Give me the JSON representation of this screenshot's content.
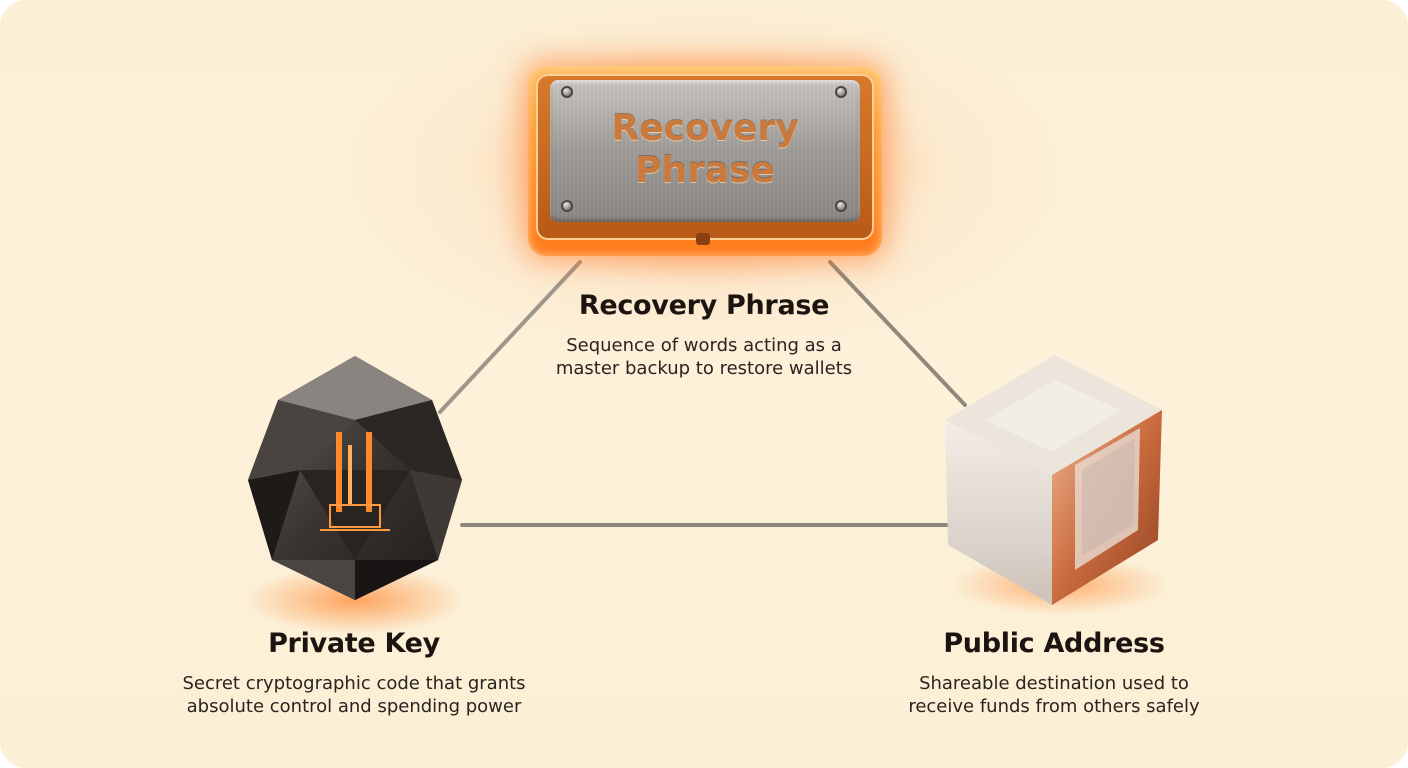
{
  "nodes": {
    "recovery": {
      "plaque_label": "Recovery Phrase",
      "title": "Recovery Phrase",
      "description_line1": "Sequence of words acting as a",
      "description_line2": "master backup to restore wallets"
    },
    "private_key": {
      "title": "Private Key",
      "description_line1": "Secret cryptographic code that grants",
      "description_line2": "absolute control and spending power"
    },
    "public_address": {
      "title": "Public Address",
      "description_line1": "Shareable destination used to",
      "description_line2": "receive funds from others safely"
    }
  },
  "icons": {
    "recovery": "metal-plaque-icon",
    "private_key": "faceted-gem-icon",
    "public_address": "glass-cube-icon"
  },
  "colors": {
    "background": "#fdf1da",
    "accent_glow": "#ff7a1c",
    "text": "#1b1410"
  }
}
